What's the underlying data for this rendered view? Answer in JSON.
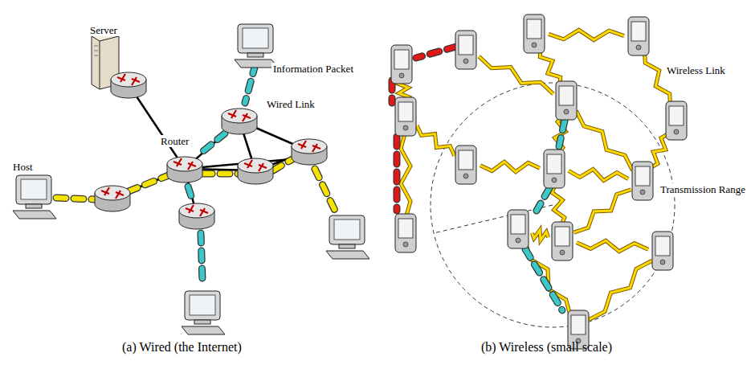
{
  "diagram": {
    "labels": [
      "Server",
      "Information Packet",
      "Wired Link",
      "Host",
      "Router",
      "Wireless Link",
      "Transmission Range",
      "(a) Wired (the Internet)",
      "(b) Wireless (small scale)"
    ]
  }
}
